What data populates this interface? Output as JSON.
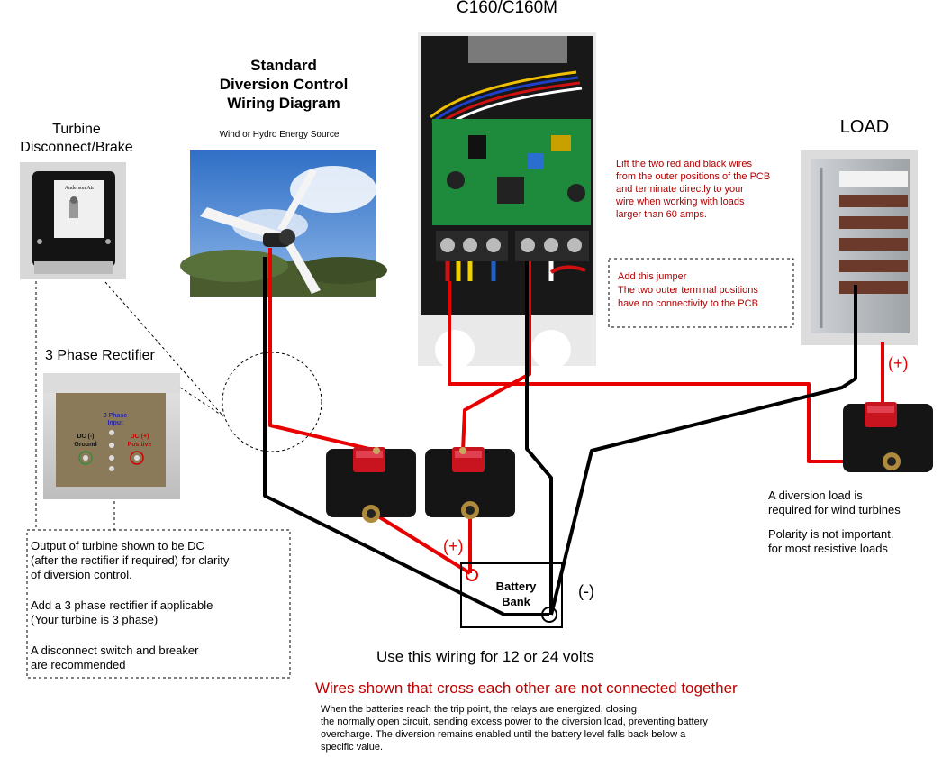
{
  "header": {
    "controller_label": "C160/C160M",
    "diagram_title": [
      "Standard",
      "Diversion Control",
      "Wiring Diagram"
    ],
    "source_caption": "Wind or Hydro Energy Source"
  },
  "turbine_disconnect": {
    "label": [
      "Turbine",
      "Disconnect/Brake"
    ],
    "device_text": "Anderson Air"
  },
  "rectifier": {
    "label": "3 Phase Rectifier",
    "input_label": [
      "3 Phase",
      "Input"
    ],
    "dc_neg": [
      "DC (-)",
      "Ground"
    ],
    "dc_pos": [
      "DC (+)",
      "Positive"
    ]
  },
  "load": {
    "label": "LOAD",
    "polarity": "(+)"
  },
  "pcb_note": [
    "Lift the two red and black wires",
    "from the outer positions of the PCB",
    "and terminate directly to your",
    "wire when working with loads",
    "larger than 60 amps."
  ],
  "jumper_note": [
    "Add this jumper",
    "The two outer terminal positions",
    "have no connectivity to the PCB"
  ],
  "battery": {
    "label": [
      "Battery",
      "Bank"
    ],
    "positive": "(+)",
    "negative": "(-)"
  },
  "diversion_note": [
    "A diversion load is",
    "required for wind turbines",
    "",
    "Polarity is not important.",
    "for most resistive loads"
  ],
  "output_note": [
    "Output of turbine shown to be DC",
    "(after the rectifier if required) for clarity",
    "of diversion control.",
    "",
    "Add a 3 phase rectifier if applicable",
    "(Your turbine is 3 phase)",
    "",
    "A disconnect switch and breaker",
    "are recommended"
  ],
  "voltage_note": "Use this wiring for 12 or 24 volts",
  "cross_warning": "Wires shown that cross each other are not connected together",
  "footer_note": [
    "When the batteries reach the trip point, the relays are energized, closing",
    "the normally open circuit, sending excess power to the diversion load, preventing battery",
    "overcharge. The diversion remains enabled until the battery level falls back below a",
    "specific value."
  ],
  "colors": {
    "wire_positive": "#e80000",
    "wire_negative": "#000000",
    "breaker_red": "#c8141e",
    "pcb_green": "#1e8a3c",
    "controller_black": "#111111",
    "sky": "#3d7fd0"
  }
}
